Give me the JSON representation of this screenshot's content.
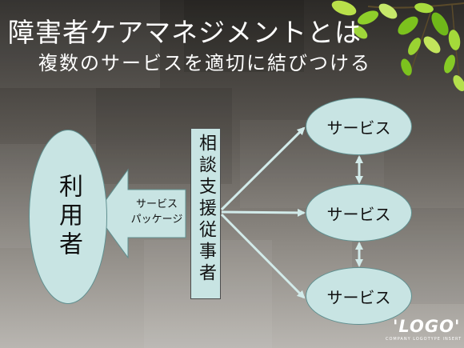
{
  "slide": {
    "title": "障害者ケアマネジメントとは",
    "subtitle": "複数のサービスを適切に結びつける"
  },
  "diagram": {
    "user": "利用者",
    "caseworker": "相談支援従事者",
    "package_line1": "サービス",
    "package_line2": "パッケージ",
    "services": [
      "サービス",
      "サービス",
      "サービス"
    ]
  },
  "logo": {
    "mark": "'LOGO'",
    "tagline": "COMPANY LOGOTYPE INSERT"
  },
  "colors": {
    "node_fill": "#c8e4e3",
    "arrow": "#d2ebea",
    "background_dark": "#2c2a27"
  }
}
